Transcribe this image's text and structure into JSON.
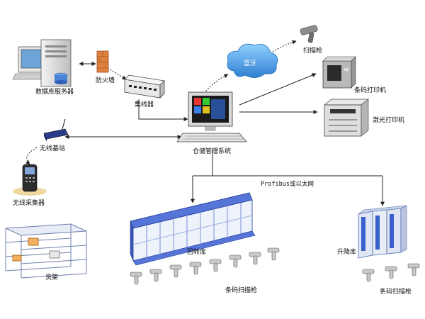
{
  "labels": {
    "db_server": "数据库服务器",
    "firewall": "防火墙",
    "hub": "集线器",
    "bluetooth": "蓝牙",
    "scanner_gun_top": "扫描枪",
    "barcode_printer": "条码打印机",
    "laser_printer": "激光打印机",
    "wireless_base": "无线基站",
    "wms": "仓储管理系统",
    "wireless_collector": "无线采集器",
    "network": "Profibus或以太网",
    "carousel": "回转库",
    "lift": "升降库",
    "rack": "货架",
    "scanner_carousel": "条码扫描枪",
    "scanner_lift": "条码扫描枪"
  },
  "colors": {
    "line": "#222222",
    "cloud": "#3d8fd6",
    "firewall": "#d9793a",
    "carousel": "#3a5fcf",
    "accent_blue": "#1f4db8"
  }
}
